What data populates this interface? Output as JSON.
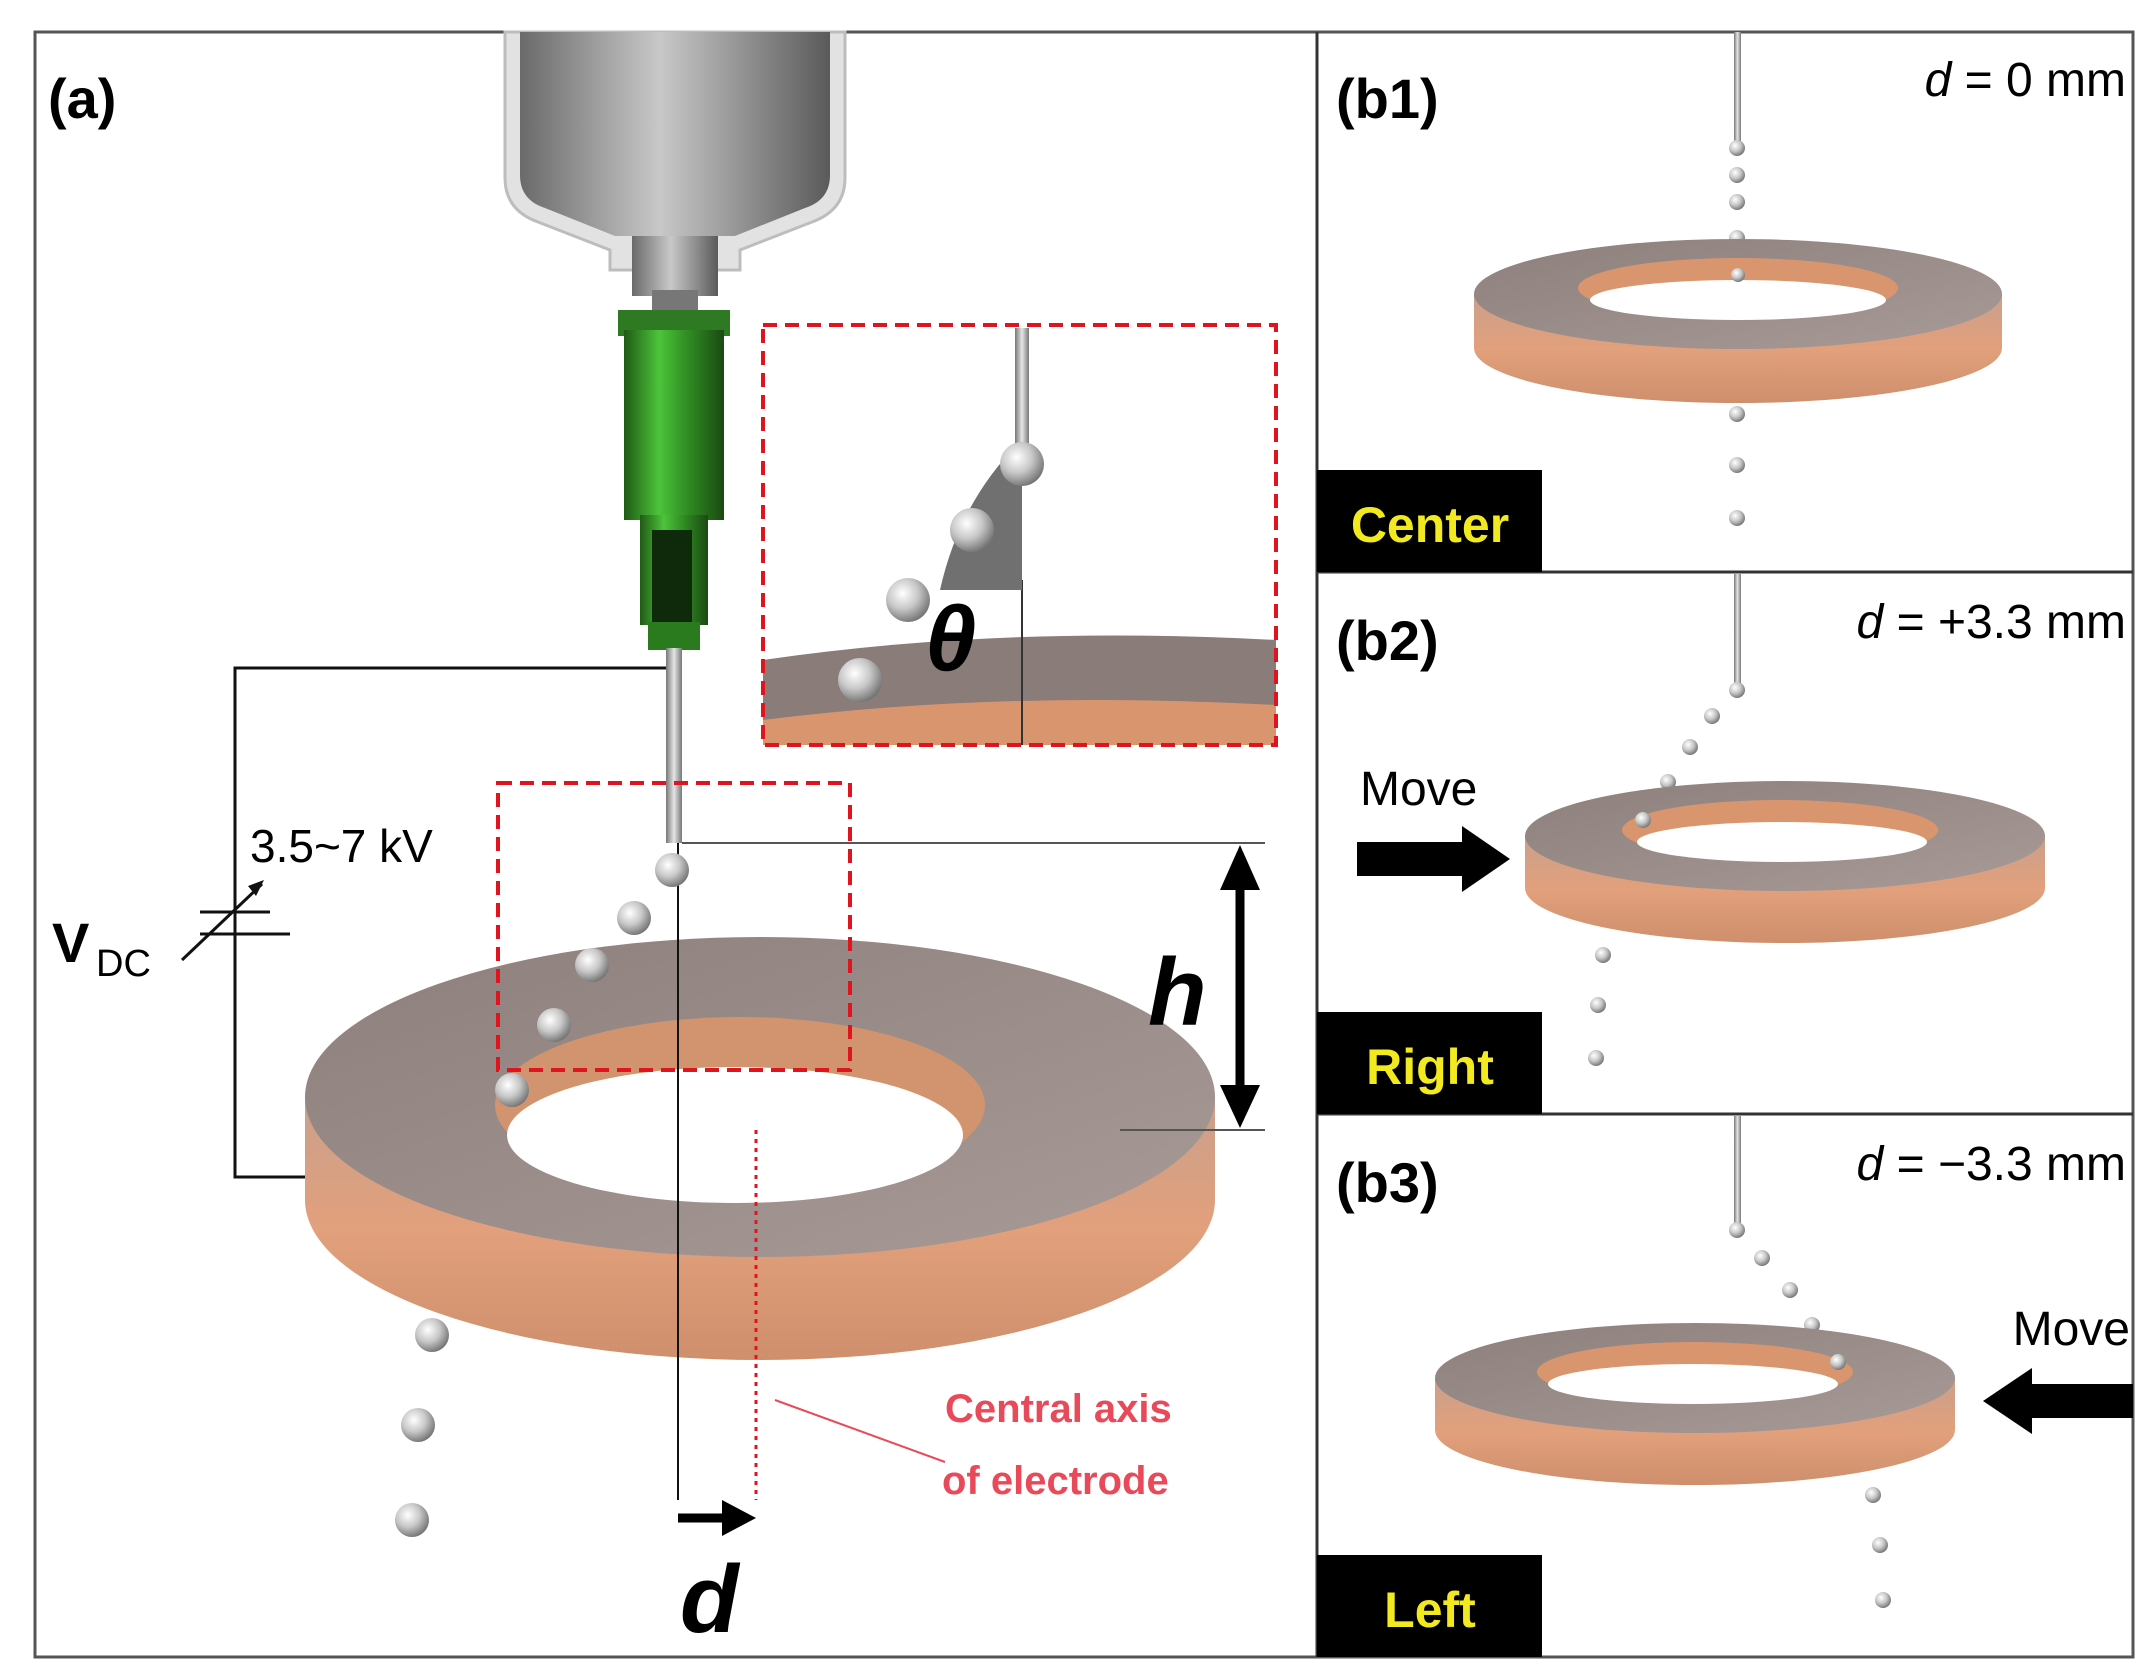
{
  "panel_a": {
    "label": "(a)",
    "voltage_symbol": "V",
    "voltage_subscript": "DC",
    "voltage_range": "3.5~7 kV",
    "theta": "θ",
    "h_label": "h",
    "d_label": "d",
    "axis_note_line1": "Central axis",
    "axis_note_line2": "of electrode"
  },
  "panels_b": [
    {
      "label": "(b1)",
      "d_prefix": "d",
      "d_value": " = 0 mm",
      "badge": "Center",
      "move": ""
    },
    {
      "label": "(b2)",
      "d_prefix": "d",
      "d_value": " = +3.3 mm",
      "badge": "Right",
      "move": "Move"
    },
    {
      "label": "(b3)",
      "d_prefix": "d",
      "d_value": " = −3.3 mm",
      "badge": "Left",
      "move": "Move"
    }
  ],
  "colors": {
    "copper_top": "#9a8a86",
    "copper_side": "#e0a07a",
    "copper_inner": "#d9966e",
    "nozzle_green": "#3a9a2a",
    "dashed_red": "#e0141e",
    "annotation_red": "#e84a5a",
    "badge_bg": "#000000",
    "badge_text": "#f2ea1e"
  }
}
